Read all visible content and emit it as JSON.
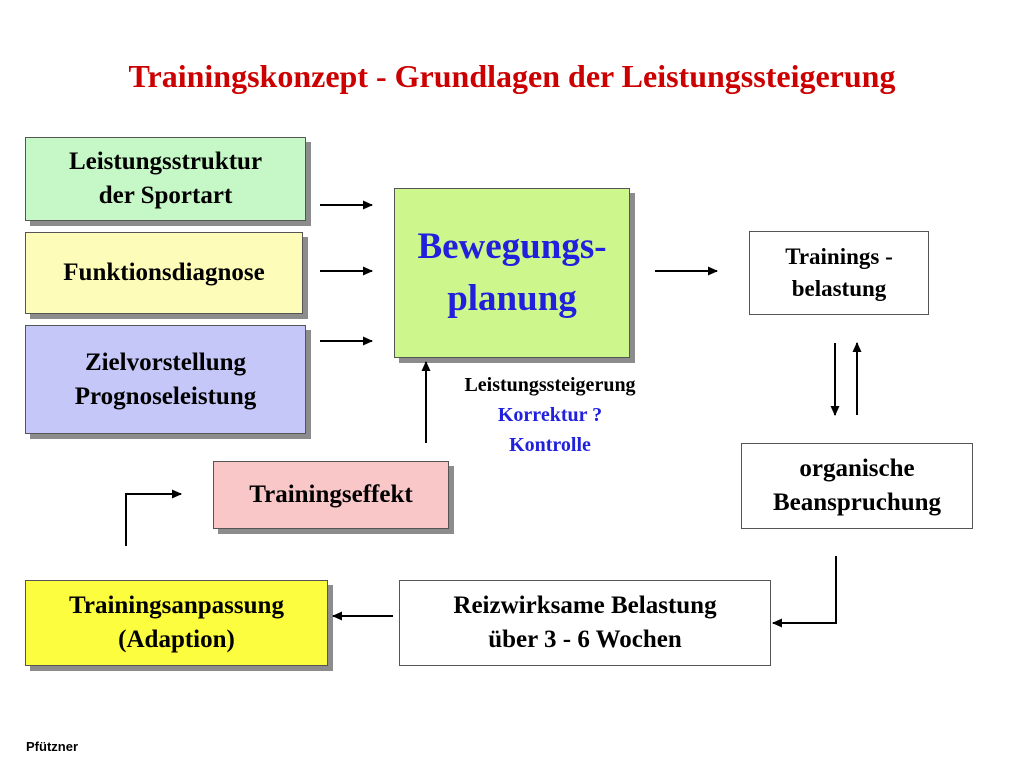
{
  "title": "Trainingskonzept - Grundlagen der Leistungssteigerung",
  "boxes": {
    "leistungsstruktur": {
      "line1": "Leistungsstruktur",
      "line2": "der Sportart"
    },
    "funktionsdiagnose": {
      "line1": "Funktionsdiagnose"
    },
    "zielvorstellung": {
      "line1": "Zielvorstellung",
      "line2": "Prognoseleistung"
    },
    "bewegungsplanung": {
      "line1": "Bewegungs-",
      "line2": "planung"
    },
    "trainingsbelastung": {
      "line1": "Trainings -",
      "line2": "belastung"
    },
    "beanspruchung": {
      "line1": "organische",
      "line2": "Beanspruchung"
    },
    "trainingseffekt": {
      "line1": "Trainingseffekt"
    },
    "reizbelastung": {
      "line1": "Reizwirksame Belastung",
      "line2": "über 3 - 6 Wochen"
    },
    "trainingsanpassung": {
      "line1": "Trainingsanpassung",
      "line2": "(Adaption)"
    }
  },
  "feedback": {
    "leistungssteigerung": "Leistungssteigerung",
    "korrektur": "Korrektur ?",
    "kontrolle": "Kontrolle"
  },
  "author": "Pfützner",
  "colors": {
    "title": "#cc0000",
    "accent_text": "#2020dd",
    "leistungsstruktur_fill": "#c6f7c6",
    "funktionsdiagnose_fill": "#fdfdb9",
    "zielvorstellung_fill": "#c5c7f8",
    "bewegungsplanung_fill": "#cdf78c",
    "trainingseffekt_fill": "#f9c7c7",
    "trainingsanpassung_fill": "#fdfd3f"
  }
}
